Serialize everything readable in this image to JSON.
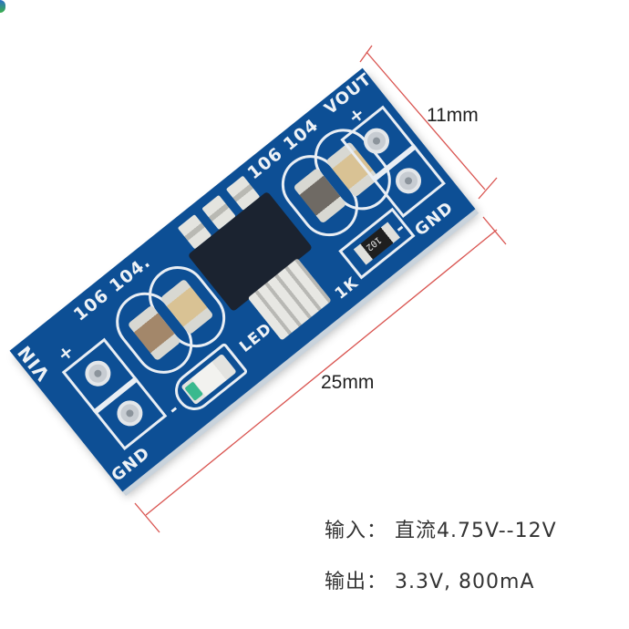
{
  "product": {
    "type": "AMS1117 3.3V step-down power supply module (photo)",
    "board_color": "#0d4f95",
    "silkscreen_color": "#eef2f6"
  },
  "board_labels": {
    "vin": "VIN",
    "vin_plus": "+",
    "vin_gnd": "GND",
    "vin_minus": "-",
    "input_caps": "106 104.",
    "output_caps": "106 104",
    "vout": "VOUT",
    "vout_plus": "+",
    "vout_minus": "-",
    "vout_gnd": "GND",
    "resistor_value": "1K",
    "resistor_marking": "102",
    "led": "LED"
  },
  "dimensions": {
    "width_label": "11mm",
    "length_label": "25mm",
    "line_color": "#d9534f"
  },
  "specs": {
    "input": "输入： 直流4.75V--12V",
    "output": "输出： 3.3V, 800mA"
  }
}
